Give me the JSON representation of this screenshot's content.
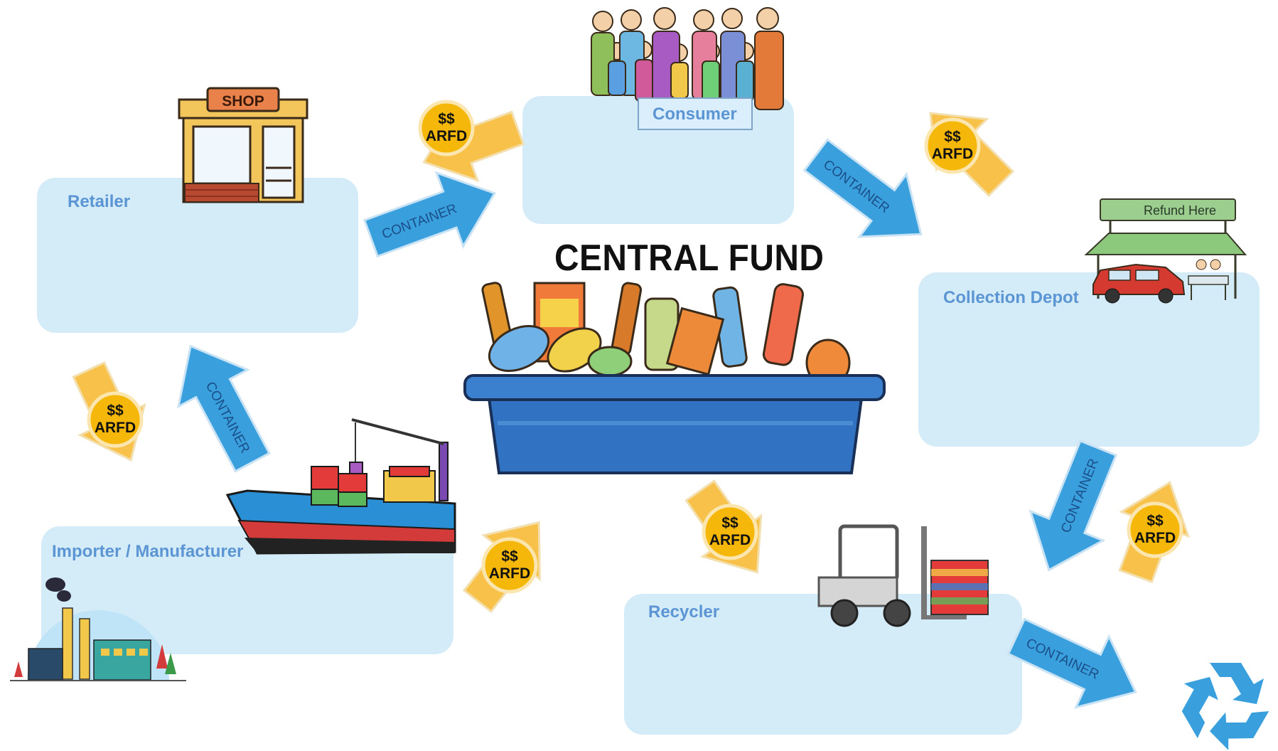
{
  "title": "CENTRAL FUND",
  "nodes": {
    "retailer": "Retailer",
    "consumer": "Consumer",
    "collection_depot": "Collection Depot",
    "recycler": "Recycler",
    "importer": "Importer / Manufacturer"
  },
  "signs": {
    "shop": "SHOP",
    "refund": "Refund Here"
  },
  "arrows": {
    "container": "CONTAINER",
    "coin_line1": "$$",
    "coin_line2": "ARFD"
  },
  "colors": {
    "panel": "#d4ebf8",
    "label": "#5b95d3",
    "container_arrow": "#3aa0dd",
    "money_arrow": "#f8c24a",
    "coin": "#f5b80a",
    "bin": "#3173c2"
  }
}
